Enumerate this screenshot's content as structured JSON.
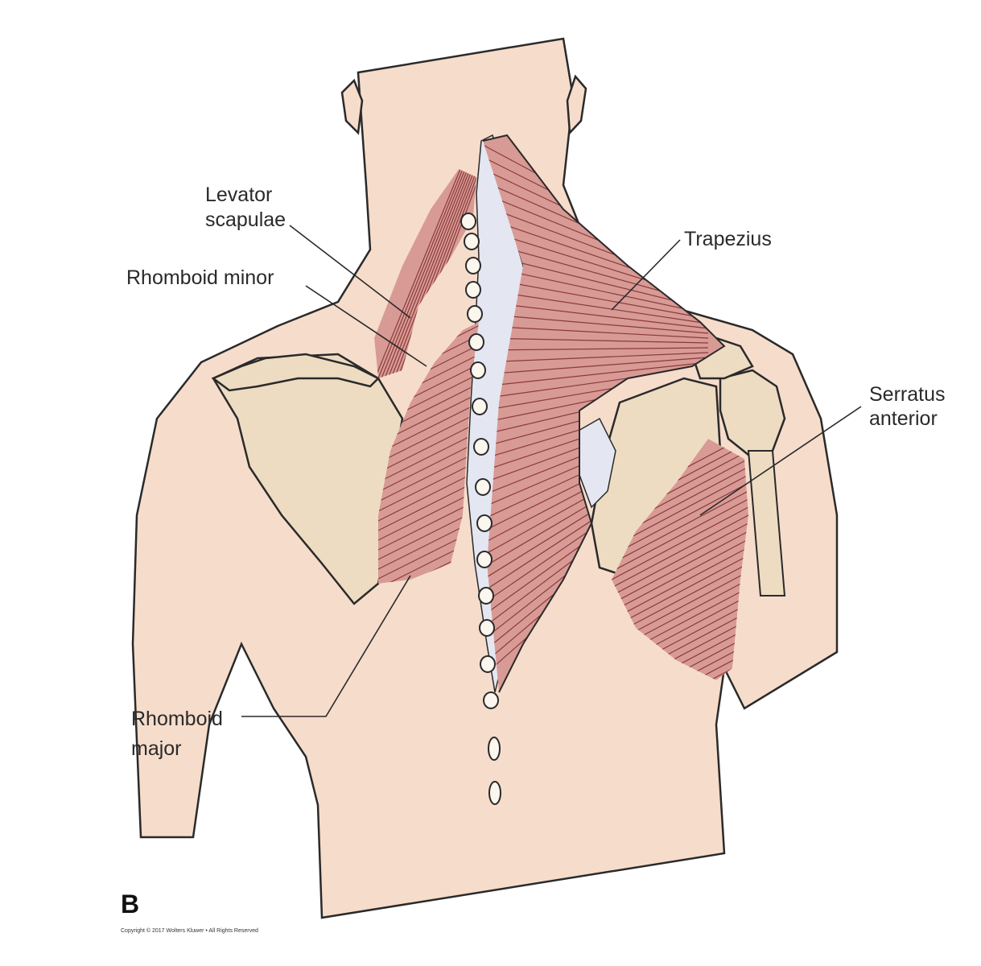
{
  "figure": {
    "panel_letter": "B",
    "copyright": "Copyright © 2017 Wolters Kluwer • All Rights Reserved"
  },
  "labels": {
    "levator_scapulae_line1": "Levator",
    "levator_scapulae_line2": "scapulae",
    "rhomboid_minor": "Rhomboid minor",
    "trapezius": "Trapezius",
    "serratus_anterior_line1": "Serratus",
    "serratus_anterior_line2": "anterior",
    "rhomboid_major_line1": "Rhomboid",
    "rhomboid_major_line2": "major"
  },
  "colors": {
    "skin": "#f6dccb",
    "muscle": "#d89a95",
    "muscle_stroke": "#8a3a3a",
    "bone": "#eddcc2",
    "fascia": "#e4e6f1",
    "outline": "#2a2a2a"
  }
}
